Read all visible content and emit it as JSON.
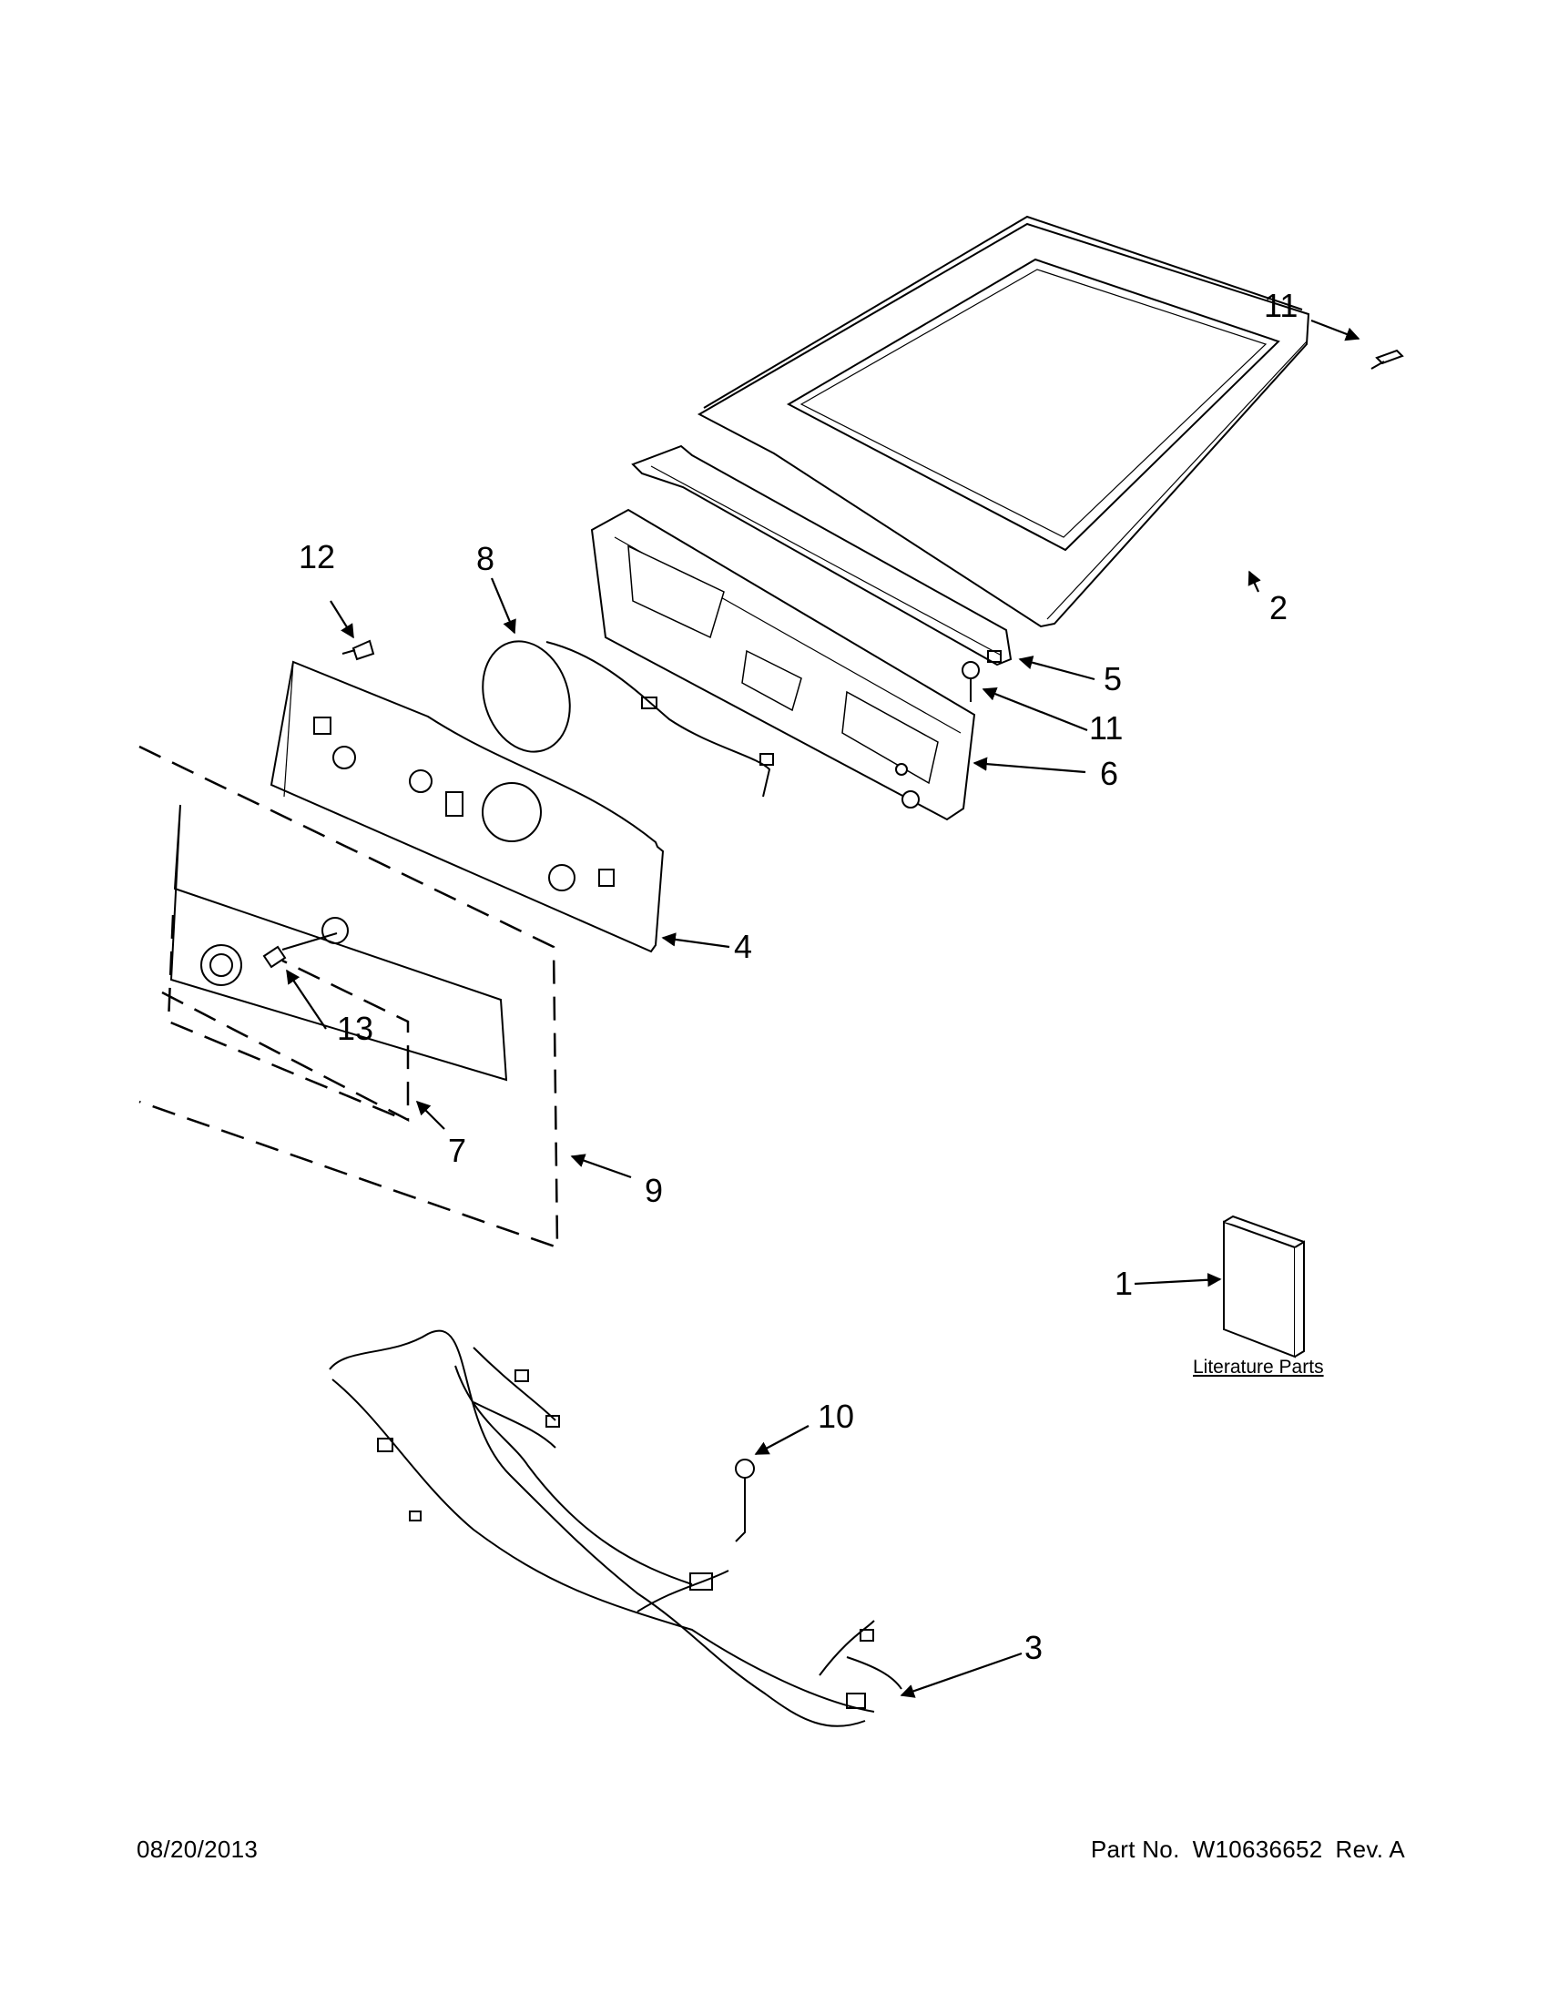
{
  "callouts": {
    "c1": "1",
    "c2": "2",
    "c3": "3",
    "c4": "4",
    "c5": "5",
    "c6": "6",
    "c7": "7",
    "c8": "8",
    "c9": "9",
    "c10": "10",
    "c11a": "11",
    "c11b": "11",
    "c12": "12",
    "c13": "13"
  },
  "literature_label": "Literature Parts",
  "footer": {
    "date": "08/20/2013",
    "part_prefix": "Part No.",
    "part_number": "W10636652",
    "revision": "Rev. A"
  }
}
